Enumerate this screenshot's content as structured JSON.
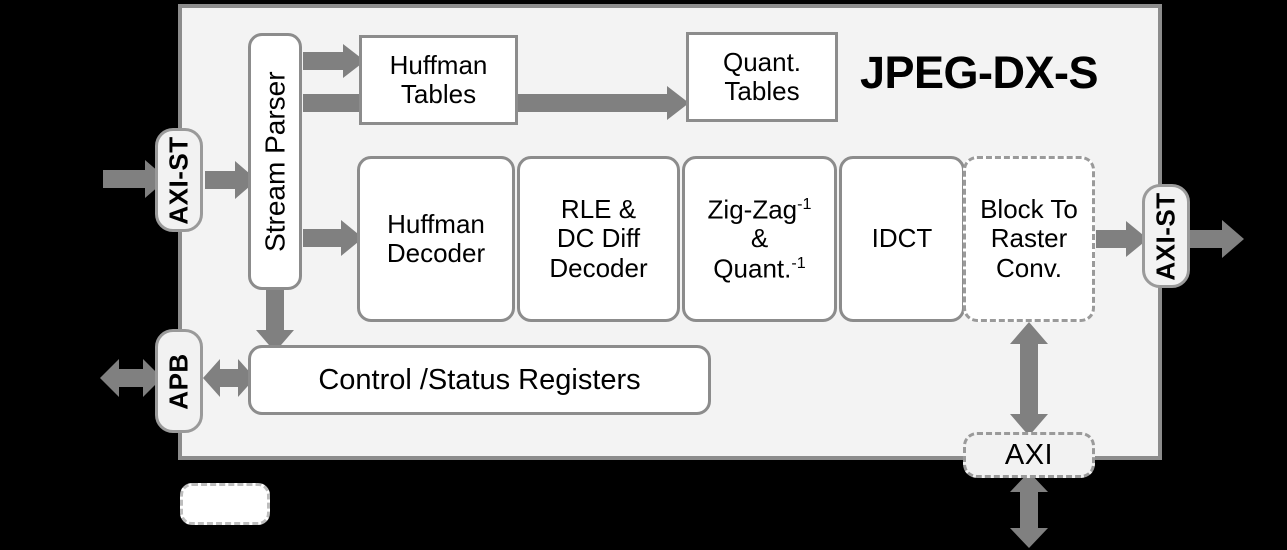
{
  "diagram": {
    "title": "JPEG-DX-S",
    "background_color": "#000000",
    "chip_fill": "#f3f3f3",
    "chip_border": "#8c8c8c",
    "arrow_color": "#808080",
    "block_fill": "#ffffff"
  },
  "ports": {
    "input_stream": "AXI-ST",
    "apb": "APB",
    "output_stream": "AXI-ST",
    "memory": "AXI"
  },
  "blocks": {
    "stream_parser": "Stream Parser",
    "huffman_tables_l1": "Huffman",
    "huffman_tables_l2": "Tables",
    "quant_tables_l1": "Quant.",
    "quant_tables_l2": "Tables",
    "huffman_decoder_l1": "Huffman",
    "huffman_decoder_l2": "Decoder",
    "rle_l1": "RLE  &",
    "rle_l2": "DC Diff",
    "rle_l3": "Decoder",
    "zigzag_l1_base": "Zig-Zag",
    "zigzag_l1_sup": "-1",
    "zigzag_l2": "&",
    "zigzag_l3_base": "Quant.",
    "zigzag_l3_sup": "-1",
    "idct": "IDCT",
    "block_to_raster_l1": "Block To",
    "block_to_raster_l2": "Raster",
    "block_to_raster_l3": "Conv.",
    "control_status": "Control /Status Registers",
    "legend_dashed": ""
  },
  "connections": {
    "in_to_port": "external stream in",
    "port_to_parser": "AXI-ST to Stream Parser",
    "parser_to_huffman_tables": "Stream Parser to Huffman Tables",
    "parser_to_quant_tables": "Stream Parser to Quant. Tables",
    "parser_to_huffman_decoder": "Stream Parser to Huffman Decoder",
    "parser_to_csr": "Stream Parser to Control /Status Registers",
    "apb_external": "APB bidirectional external",
    "apb_to_csr": "APB bidirectional to Control /Status Registers",
    "pipeline_to_out_port": "Block To Raster Conv. to AXI-ST",
    "out_port_external": "AXI-ST out external",
    "raster_to_axi": "Block To Raster Conv. to AXI bidirectional",
    "axi_external": "AXI bidirectional external"
  }
}
